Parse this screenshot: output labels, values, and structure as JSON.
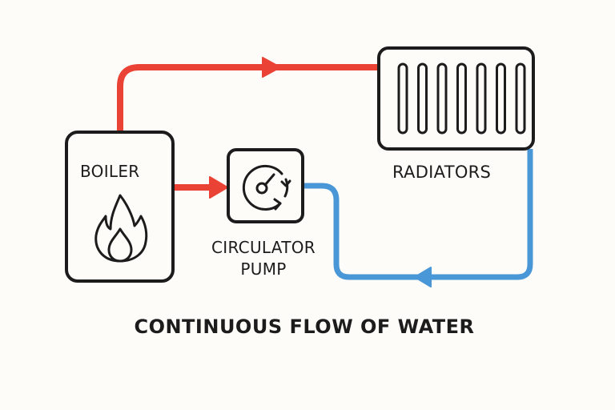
{
  "title": "Continuous flow of water",
  "components": {
    "boiler": {
      "label": "BOILER",
      "icon": "flame-icon"
    },
    "pump": {
      "label_line1": "CIRCULATOR",
      "label_line2": "PUMP",
      "icon": "gauge-rotation-icon"
    },
    "radiators": {
      "label": "RADIATORS",
      "icon": "radiator-fins-icon",
      "fin_count": 7
    }
  },
  "flows": [
    {
      "name": "hot-supply-pipe",
      "from": "boiler",
      "to": "radiators",
      "temperature": "hot",
      "color": "#ea4335"
    },
    {
      "name": "boiler-to-pump-pipe",
      "from": "boiler",
      "to": "pump",
      "temperature": "hot",
      "color": "#ea4335"
    },
    {
      "name": "return-pipe",
      "from": "radiators",
      "to": "pump",
      "temperature": "cold",
      "color": "#4a97d8"
    }
  ],
  "caption": "CONTINUOUS FLOW OF WATER",
  "colors": {
    "hot": "#ea4335",
    "cold": "#4a97d8",
    "outline": "#1c1c1c",
    "background": "#fdfcf9"
  }
}
